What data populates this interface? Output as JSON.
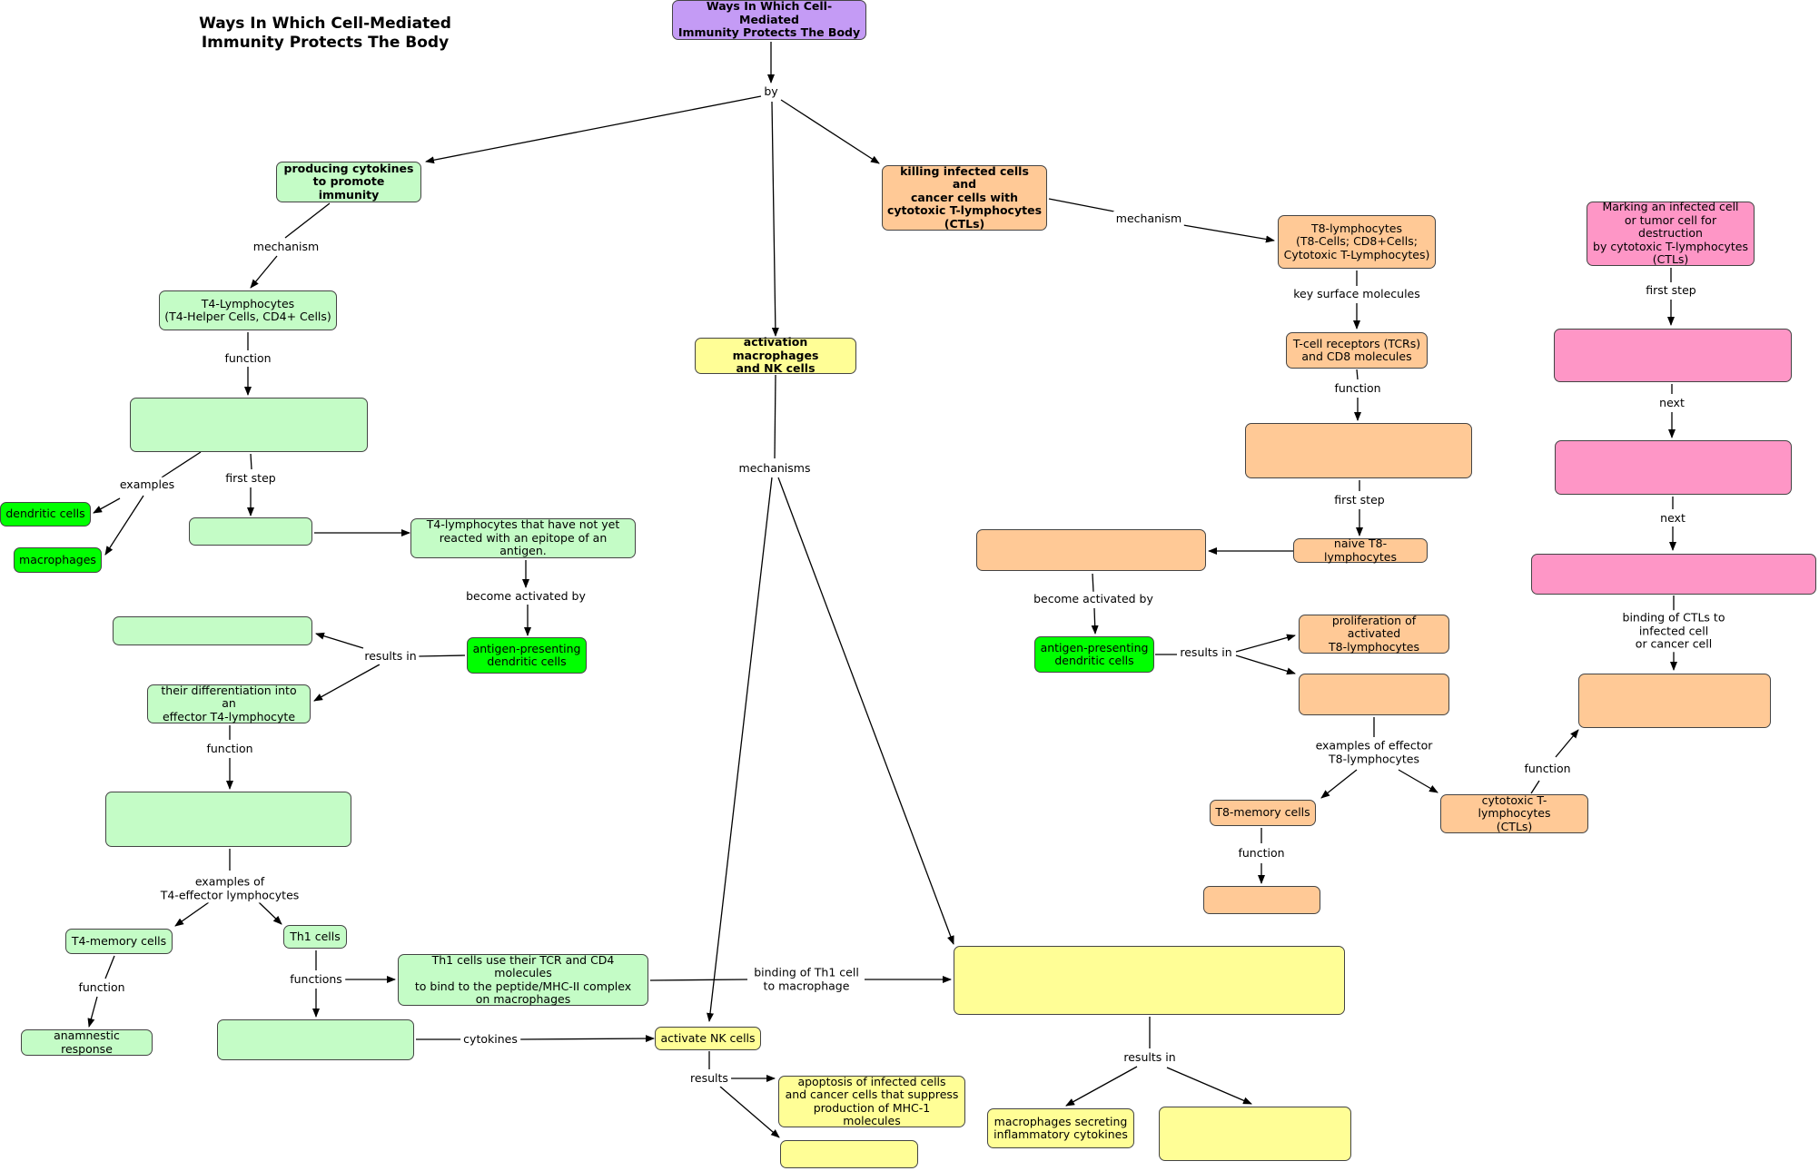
{
  "title": "Ways In Which Cell-Mediated\nImmunity Protects The Body",
  "nodes": {
    "root": "Ways In Which Cell-Mediated\nImmunity Protects The Body",
    "producing_cytokines": "producing cytokines\nto promote immunity",
    "killing": "killing infected cells and\ncancer cells with\ncytotoxic T-lymphocytes\n(CTLs)",
    "activation_macrophages": "activation macrophages\nand NK cells",
    "t4_lymphocytes": "T4-Lymphocytes\n(T4-Helper Cells, CD4+ Cells)",
    "t4_function": "",
    "dendritic_cells": "dendritic cells",
    "macrophages": "macrophages",
    "t4_first_step": "",
    "t4_naive": "T4-lymphocytes that have not yet\nreacted with an epitope of an antigen.",
    "apc_left": "antigen-presenting\ndendritic cells",
    "t4_result_a": "",
    "t4_differentiation": "their differentiation into an\neffector T4-lymphocyte",
    "t4_effector_function": "",
    "t4_memory": "T4-memory cells",
    "th1": "Th1 cells",
    "anamnestic": "anamnestic response",
    "th1_use": "Th1 cells use their TCR and CD4 molecules\nto bind to the peptide/MHC-II complex\non macrophages",
    "th1_function_b": "",
    "activate_nk": "activate NK cells",
    "apoptosis": "apoptosis of infected cells\nand cancer cells that suppress\nproduction of MHC-1 molecules",
    "nk_result_b": "",
    "macrophage_big": "",
    "macrophages_secreting": "macrophages secreting\ninflammatory cytokines",
    "macrophage_result_b": "",
    "t8": "T8-lymphocytes\n(T8-Cells; CD8+Cells;\nCytotoxic T-Lymphocytes)",
    "tcr": "T-cell receptors (TCRs)\nand CD8 molecules",
    "t8_function": "",
    "naive_t8": "naive T8-lymphocytes",
    "t8_first_step": "",
    "apc_right": "antigen-presenting\ndendritic cells",
    "proliferation": "proliferation of activated\nT8-lymphocytes",
    "t8_result_b": "",
    "t8_memory": "T8-memory cells",
    "t8_memory_function": "",
    "ctl": "cytotoxic T-lymphocytes\n(CTLs)",
    "ctl_function": "",
    "marking": "Marking an infected cell\nor tumor cell for destruction\nby cytotoxic T-lymphocytes\n(CTLs)",
    "pink_1": "",
    "pink_2": "",
    "pink_3": ""
  },
  "labels": {
    "by": "by",
    "mechanism_left": "mechanism",
    "mechanism_right": "mechanism",
    "mechanisms": "mechanisms",
    "function_1": "function",
    "examples": "examples",
    "first_step_left": "first step",
    "become_activated_left": "become activated by",
    "results_in_left": "results in",
    "function_2": "function",
    "examples_t4": "examples of\nT4-effector lymphocytes",
    "function_3": "function",
    "functions": "functions",
    "binding_th1": "binding of Th1 cell\nto macrophage",
    "cytokines": "cytokines",
    "results": "results",
    "results_in_macro": "results in",
    "key_surface": "key surface molecules",
    "function_t8": "function",
    "first_step_t8": "first step",
    "become_activated_right": "become activated by",
    "results_in_right": "results in",
    "examples_t8": "examples of effector\nT8-lymphocytes",
    "function_t8_memory": "function",
    "function_ctl": "function",
    "first_step_pink": "first step",
    "next_1": "next",
    "next_2": "next",
    "binding_ctl": "binding of CTLs to infected cell\nor cancer cell"
  },
  "colors": {
    "purple": "#c49bf5",
    "light_green": "#c4fcc6",
    "green": "#00ff00",
    "orange": "#ffc996",
    "yellow": "#fffe96",
    "pink": "#fe96c6"
  }
}
